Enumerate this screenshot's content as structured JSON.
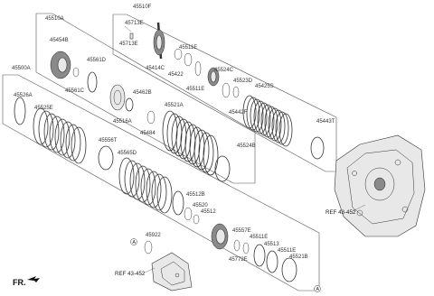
{
  "labels": {
    "g45510F": "45510F",
    "g45510A": "45510A",
    "g45500A": "45500A",
    "p45713E_a": "45713E",
    "p45713E_b": "45713E",
    "p45414C": "45414C",
    "p45422": "45422",
    "p45511E_a": "45511E",
    "p45511E_b": "45511E",
    "p45524C": "45524C",
    "p45523D": "45523D",
    "p45442F": "45442F",
    "p45425S": "45425S",
    "p45443T": "45443T",
    "p45454B": "45454B",
    "p45561C": "45561C",
    "p45561D": "45561D",
    "p45516A": "45516A",
    "p45462B": "45462B",
    "p45484": "45484",
    "p45521A": "45521A",
    "p45524B": "45524B",
    "p45526A": "45526A",
    "p45525E": "45525E",
    "p45556T": "45556T",
    "p45565D": "45565D",
    "p45512B": "45512B",
    "p45520": "45520",
    "p45512": "45512",
    "p45557E": "45557E",
    "p45772E": "45772E",
    "p45511E_c": "45511E",
    "p45513": "45513",
    "p45511E_d": "45511E",
    "p45521B": "45521B",
    "p45922": "45922",
    "callout_a": "A",
    "ref_bottom": "REF 43-452",
    "ref_right": "REF 43-452",
    "fr": "FR."
  }
}
